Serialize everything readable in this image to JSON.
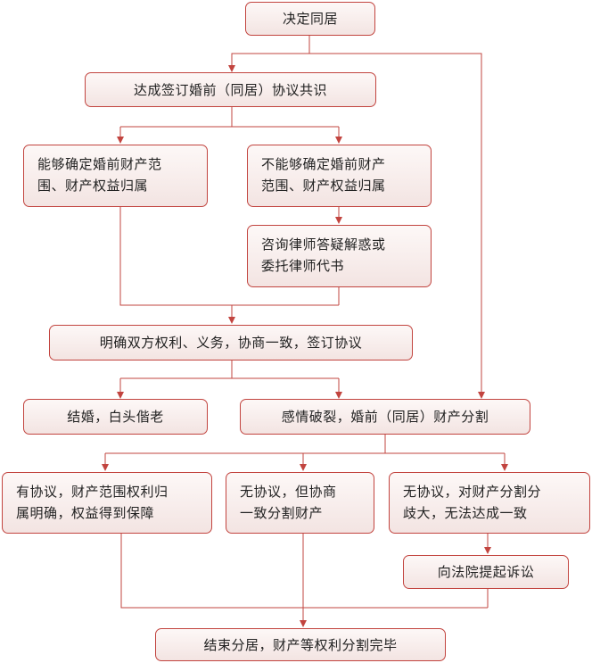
{
  "colors": {
    "line": "#c2443f",
    "box_border": "#c2443f",
    "box_fill_top": "#fdf8f7",
    "box_fill_bottom": "#f3e4e2",
    "text": "#222222"
  },
  "nodes": {
    "decide": "决定同居",
    "agreement_consensus": "达成签订婚前（同居）协议共识",
    "can_determine": "能够确定婚前财产范\n围、财产权益归属",
    "cannot_determine": "不能够确定婚前财产\n范围、财产权益归属",
    "consult_lawyer": "咨询律师答疑解惑或\n委托律师代书",
    "clarify_rights": "明确双方权利、义务，协商一致，签订协议",
    "marry": "结婚，白头偕老",
    "breakup": "感情破裂，婚前（同居）财产分割",
    "has_agreement": "有协议，财产范围权利归\n属明确，权益得到保障",
    "no_agreement_consensus": "无协议，但协商\n一致分割财产",
    "no_agreement_dispute": "无协议，对财产分割分\n歧大，无法达成一致",
    "sue": "向法院提起诉讼",
    "end": "结束分居，财产等权利分割完毕"
  }
}
